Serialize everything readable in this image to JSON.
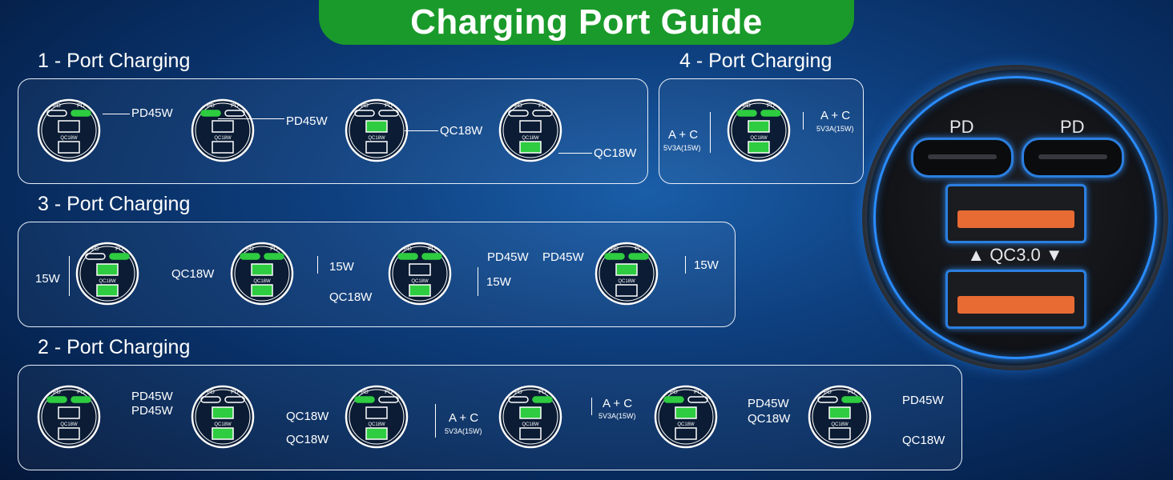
{
  "banner": {
    "title": "Charging Port Guide"
  },
  "sections": {
    "one_port": "1 - Port Charging",
    "three_port": "3 - Port Charging",
    "two_port": "2 - Port Charging",
    "four_port": "4 - Port Charging"
  },
  "port_labels": {
    "pd": "PD",
    "qc": "QC18W"
  },
  "labels": {
    "pd45w": "PD45W",
    "qc18w": "QC18W",
    "w15": "15W",
    "a_plus_c": "A + C",
    "a_plus_c_sub": "5V3A(15W)"
  },
  "big_charger": {
    "pd_left": "PD",
    "pd_right": "PD",
    "qc": "▲ QC3.0 ▼"
  },
  "colors": {
    "banner": "#1a9a2a",
    "active_port": "#2ecc40",
    "glow": "#2a8cff"
  }
}
